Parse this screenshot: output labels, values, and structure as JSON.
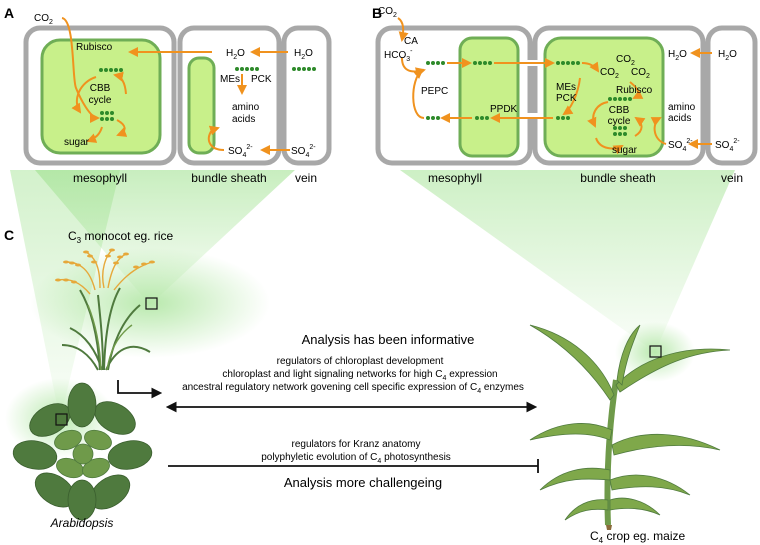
{
  "panels": {
    "a": "A",
    "b": "B",
    "c": "C"
  },
  "panel_a": {
    "co2": "CO",
    "co2_sub": "2",
    "rubisco": "Rubisco",
    "cbb_line1": "CBB",
    "cbb_line2": "cycle",
    "sugar": "sugar",
    "h2o_sheath": "H",
    "h2o_sheath_sub": "2",
    "h2o_sheath_tail": "O",
    "h2o_vein": "H",
    "h2o_vein_sub": "2",
    "h2o_vein_tail": "O",
    "mes": "MEs",
    "pck": "PCK",
    "amino_line1": "amino",
    "amino_line2": "acids",
    "so4_sheath": "SO",
    "so4_sheath_sub": "4",
    "so4_sheath_sup": "2-",
    "so4_vein": "SO",
    "so4_vein_sub": "4",
    "so4_vein_sup": "2-",
    "label_mesophyll": "mesophyll",
    "label_bundle_sheath": "bundle sheath",
    "label_vein": "vein"
  },
  "panel_b": {
    "co2": "CO",
    "co2_sub": "2",
    "ca": "CA",
    "hco3": "HCO",
    "hco3_sub": "3",
    "hco3_sup": "-",
    "pepc": "PEPC",
    "ppdk": "PPDK",
    "mes": "MEs",
    "pck": "PCK",
    "co2_a": "CO",
    "co2_a_sub": "2",
    "co2_b": "CO",
    "co2_b_sub": "2",
    "co2_c": "CO",
    "co2_c_sub": "2",
    "rubisco": "Rubisco",
    "cbb_line1": "CBB",
    "cbb_line2": "cycle",
    "sugar": "sugar",
    "amino_line1": "amino",
    "amino_line2": "acids",
    "h2o_sheath": "H",
    "h2o_sheath_sub": "2",
    "h2o_sheath_tail": "O",
    "h2o_vein": "H",
    "h2o_vein_sub": "2",
    "h2o_vein_tail": "O",
    "so4_sheath": "SO",
    "so4_sheath_sub": "4",
    "so4_sheath_sup": "2-",
    "so4_vein": "SO",
    "so4_vein_sub": "4",
    "so4_vein_sup": "2-",
    "label_mesophyll": "mesophyll",
    "label_bundle_sheath": "bundle sheath",
    "label_vein": "vein"
  },
  "panel_c": {
    "rice_c": "C",
    "rice_sub": "3",
    "rice_rest": " monocot eg. rice",
    "arabidopsis": "Arabidopsis",
    "maize_c": "C",
    "maize_sub": "4",
    "maize_rest": " crop eg. maize",
    "informative_heading": "Analysis has been informative",
    "informative_1": "regulators of chloroplast development",
    "informative_2_pre": "chloroplast and light signaling networks for high C",
    "informative_2_sub": "4",
    "informative_2_post": " expression",
    "informative_3_pre": "ancestral regulatory network govening cell specific expression of C",
    "informative_3_sub": "4",
    "informative_3_post": " enzymes",
    "challenge_1": "regulators for Kranz anatomy",
    "challenge_2_pre": "polyphyletic evolution of C",
    "challenge_2_sub": "4",
    "challenge_2_post": " photosynthesis",
    "challenge_heading": "Analysis more challengeing"
  },
  "colors": {
    "cell_wall": "#a8a8a8",
    "chloroplast_fill": "#c8f08a",
    "chloroplast_stroke": "#6fae56",
    "flux_arrow": "#f0921e",
    "metabolite_dot": "#2e8a2a",
    "leaf_dark": "#4f7a3e",
    "leaf_mid": "#6f9a4a",
    "rice_grain": "#e6a83a",
    "highlight_green": "#9be08a",
    "text": "#222222"
  }
}
